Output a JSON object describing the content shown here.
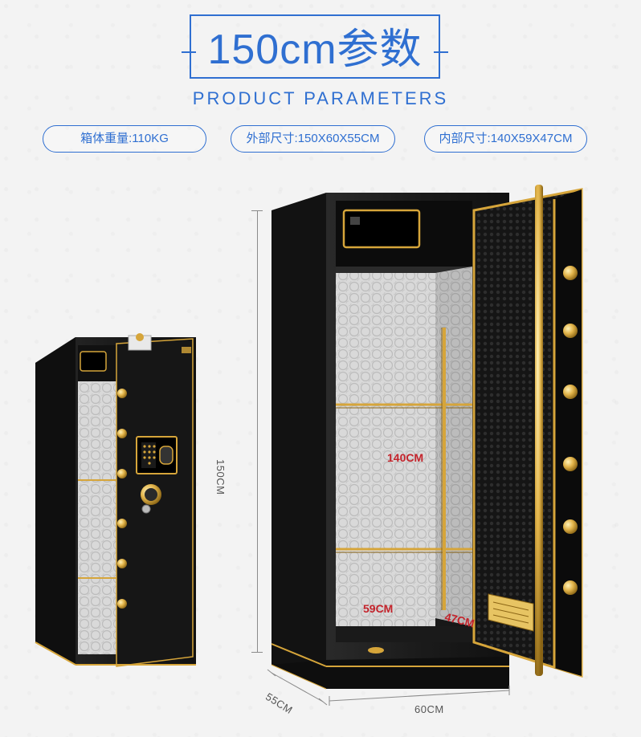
{
  "header": {
    "title": "150cm参数",
    "subtitle": "PRODUCT PARAMETERS"
  },
  "specs": [
    {
      "label": "箱体重量:110KG"
    },
    {
      "label": "外部尺寸:150X60X55CM"
    },
    {
      "label": "内部尺寸:140X59X47CM"
    }
  ],
  "dimensions": {
    "height_outer": "150CM",
    "depth_outer": "55CM",
    "width_outer": "60CM",
    "height_inner": "140CM",
    "width_inner": "59CM",
    "depth_inner": "47CM"
  },
  "colors": {
    "accent": "#2f6fd1",
    "safe_body": "#1a1a1a",
    "gold": "#d6a53a",
    "inner_label": "#c4232b"
  }
}
